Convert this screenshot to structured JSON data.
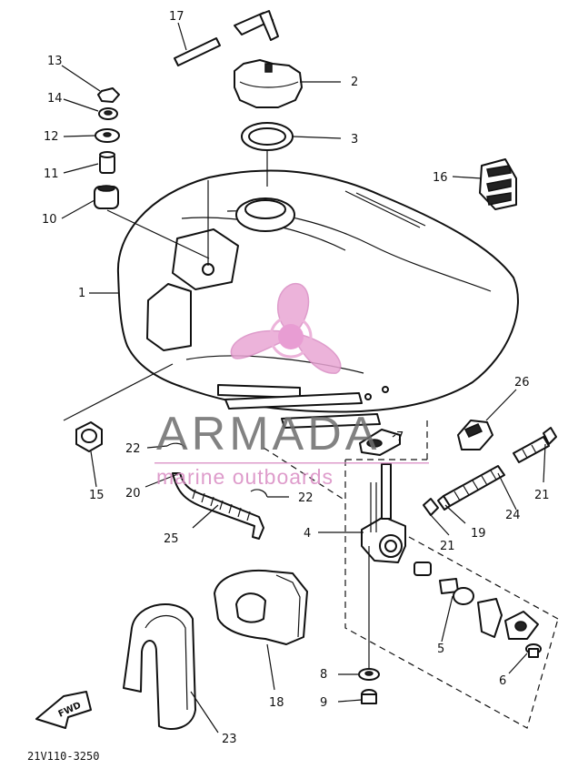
{
  "watermark": {
    "brand": "ARMADA",
    "tagline": "marine outboards",
    "logo_color": "#e9a6d4",
    "text_color": "#6d6d6d"
  },
  "diagram": {
    "code": "21V110-3250",
    "fwd_label": "FWD",
    "callouts": [
      {
        "id": "c1",
        "num": "1"
      },
      {
        "id": "c2",
        "num": "2"
      },
      {
        "id": "c3",
        "num": "3"
      },
      {
        "id": "c4",
        "num": "4"
      },
      {
        "id": "c5",
        "num": "5"
      },
      {
        "id": "c6",
        "num": "6"
      },
      {
        "id": "c7",
        "num": "7"
      },
      {
        "id": "c8",
        "num": "8"
      },
      {
        "id": "c9",
        "num": "9"
      },
      {
        "id": "c10",
        "num": "10"
      },
      {
        "id": "c11",
        "num": "11"
      },
      {
        "id": "c12",
        "num": "12"
      },
      {
        "id": "c13",
        "num": "13"
      },
      {
        "id": "c14",
        "num": "14"
      },
      {
        "id": "c15",
        "num": "15"
      },
      {
        "id": "c16",
        "num": "16"
      },
      {
        "id": "c17",
        "num": "17"
      },
      {
        "id": "c18",
        "num": "18"
      },
      {
        "id": "c19",
        "num": "19"
      },
      {
        "id": "c20",
        "num": "20"
      },
      {
        "id": "c21a",
        "num": "21"
      },
      {
        "id": "c21b",
        "num": "21"
      },
      {
        "id": "c22a",
        "num": "22"
      },
      {
        "id": "c22b",
        "num": "22"
      },
      {
        "id": "c23",
        "num": "23"
      },
      {
        "id": "c24",
        "num": "24"
      },
      {
        "id": "c25",
        "num": "25"
      },
      {
        "id": "c26",
        "num": "26"
      }
    ]
  }
}
